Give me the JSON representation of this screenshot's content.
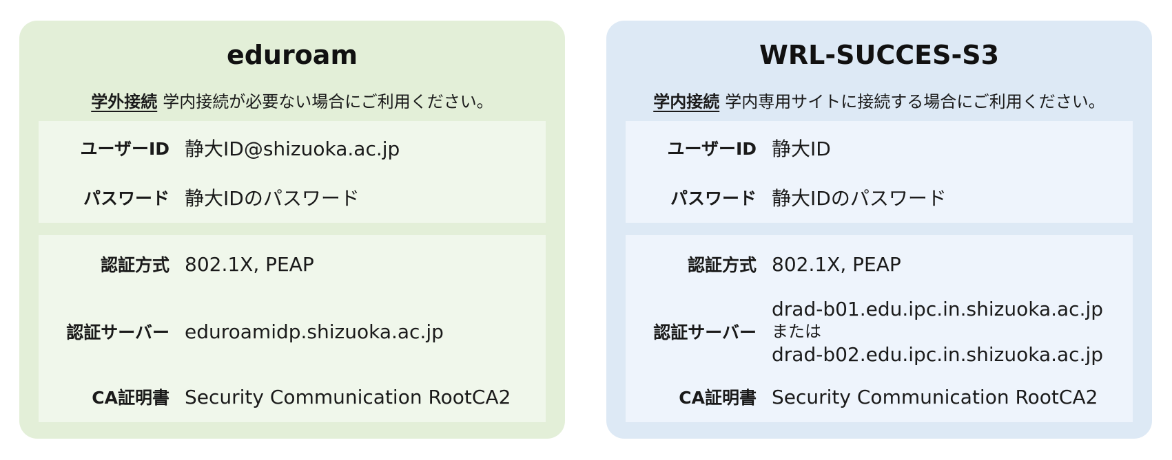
{
  "cards": [
    {
      "title": "eduroam",
      "desc_tag": "学外接続",
      "desc_text": "学内接続が必要ない場合にご利用ください。",
      "user_id_label": "ユーザーID",
      "user_id_value": "静大ID@shizuoka.ac.jp",
      "password_label": "パスワード",
      "password_value": "静大IDのパスワード",
      "auth_method_label": "認証方式",
      "auth_method_value": "802.1X, PEAP",
      "auth_server_label": "認証サーバー",
      "auth_server_value": "eduroamidp.shizuoka.ac.jp",
      "ca_label": "CA証明書",
      "ca_value": "Security Communication RootCA2"
    },
    {
      "title": "WRL-SUCCES-S3",
      "desc_tag": "学内接続",
      "desc_text": "学内専用サイトに接続する場合にご利用ください。",
      "user_id_label": "ユーザーID",
      "user_id_value": "静大ID",
      "password_label": "パスワード",
      "password_value": "静大IDのパスワード",
      "auth_method_label": "認証方式",
      "auth_method_value": "802.1X, PEAP",
      "auth_server_label": "認証サーバー",
      "auth_server_value_1": "drad-b01.edu.ipc.in.shizuoka.ac.jp",
      "auth_server_or": "または",
      "auth_server_value_2": "drad-b02.edu.ipc.in.shizuoka.ac.jp",
      "ca_label": "CA証明書",
      "ca_value": "Security Communication RootCA2"
    }
  ],
  "colors": {
    "eduroam_card": "#e3efd8",
    "eduroam_panel": "#f0f7eb",
    "wrl_card": "#dde9f5",
    "wrl_panel": "#eef4fc"
  }
}
